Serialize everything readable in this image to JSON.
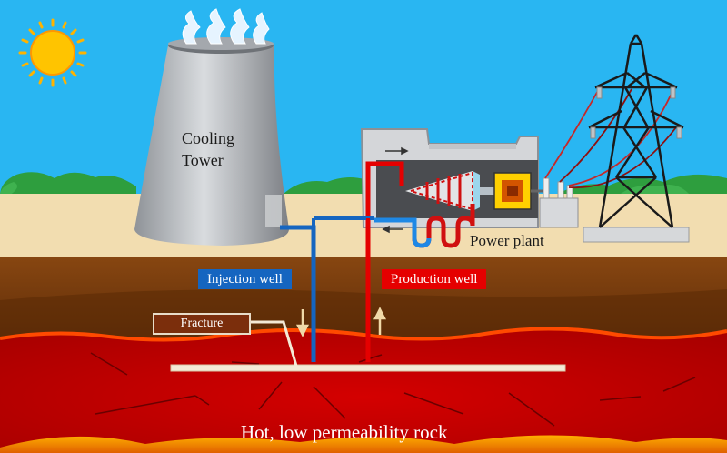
{
  "labels": {
    "cooling_tower_line1": "Cooling",
    "cooling_tower_line2": "Tower",
    "power_plant": "Power plant",
    "injection_well": "Injection well",
    "production_well": "Production well",
    "fracture": "Fracture",
    "rock": "Hot, low permeability rock"
  },
  "colors": {
    "sky": "#29b6f2",
    "sand": "#f2ddb0",
    "soil": "#7a3c10",
    "hot_rock": "#c40000",
    "injection": "#1565c0",
    "production": "#e50000",
    "tower": "#b9bcc0"
  }
}
